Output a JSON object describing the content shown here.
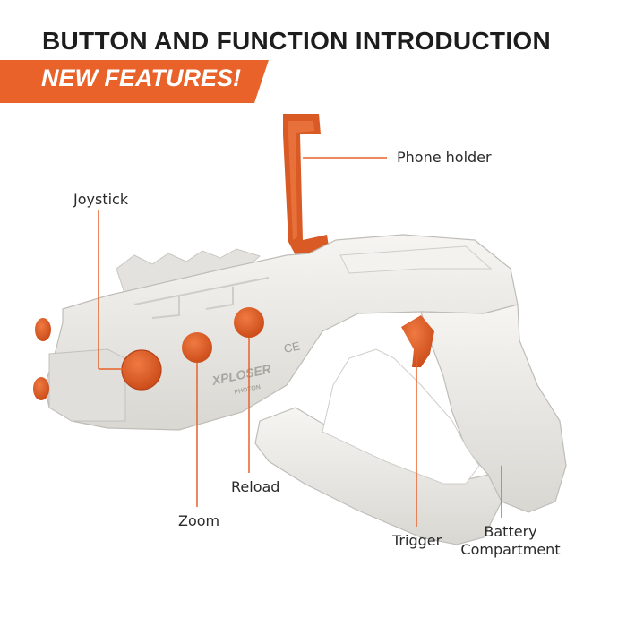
{
  "header": {
    "title": "BUTTON AND FUNCTION INTRODUCTION",
    "banner": "NEW FEATURES!"
  },
  "brand": {
    "logo_text": "XPLOSER",
    "logo_subtext": "PHOTON",
    "mark": "CE"
  },
  "callouts": {
    "phone_holder": "Phone holder",
    "joystick": "Joystick",
    "reload": "Reload",
    "zoom": "Zoom",
    "trigger": "Trigger",
    "battery_line1": "Battery",
    "battery_line2": "Compartment"
  },
  "colors": {
    "accent": "#e8622a",
    "product_body": "#ecebe7",
    "title_text": "#1d1d1d",
    "leader_line": "#e8622a"
  }
}
